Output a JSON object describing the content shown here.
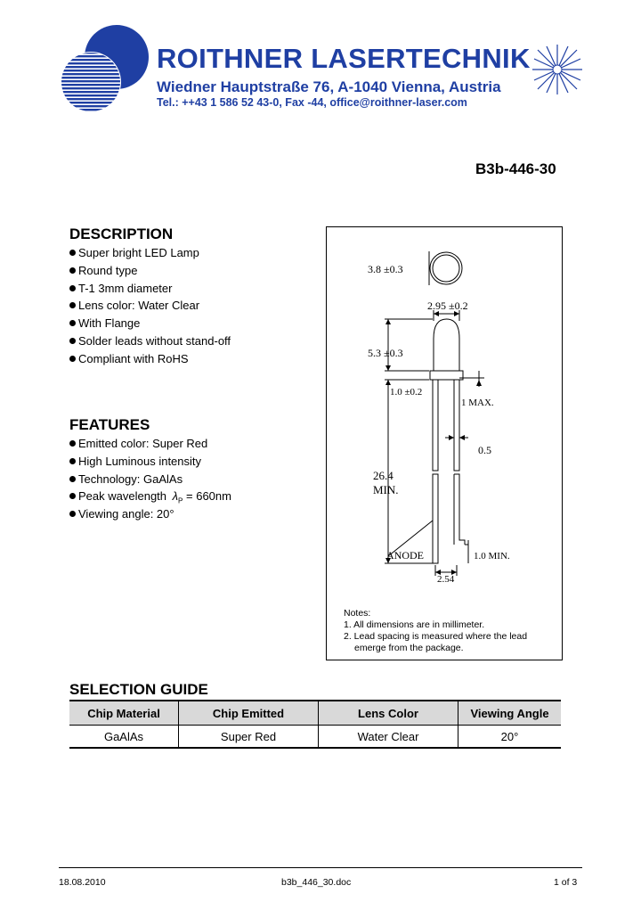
{
  "header": {
    "company": "ROITHNER LASERTECHNIK",
    "address": "Wiedner Hauptstraße 76, A-1040 Vienna, Austria",
    "contact": "Tel.: ++43 1 586 52 43-0, Fax -44, office@roithner-laser.com"
  },
  "part_number": "B3b-446-30",
  "description": {
    "title": "DESCRIPTION",
    "items": [
      "Super bright LED Lamp",
      "Round type",
      "T-1 3mm diameter",
      "Lens color: Water Clear",
      "With Flange",
      "Solder leads without stand-off",
      "Compliant with RoHS"
    ]
  },
  "features": {
    "title": "FEATURES",
    "items": [
      "Emitted color: Super Red",
      "High Luminous intensity",
      "Technology: GaAlAs",
      "Peak wavelength",
      "Viewing angle: 20°"
    ],
    "wavelength": {
      "symbol": "λ",
      "subscript": "P",
      "value": "= 660nm"
    }
  },
  "drawing": {
    "dim_diameter": "3.8 ±0.3",
    "dim_lens": "2.95 ±0.2",
    "dim_height": "5.3 ±0.3",
    "dim_flange": "1.0 ±0.2",
    "dim_max": "1 MAX.",
    "dim_lead": "0.5",
    "dim_length_value": "26.4",
    "dim_length_min": "MIN.",
    "label_anode": "ANODE",
    "dim_min": "1.0 MIN.",
    "dim_spacing": "2.54"
  },
  "notes": {
    "title": "Notes:",
    "line1": "1. All dimensions are in millimeter.",
    "line2": "2. Lead spacing is measured where the lead",
    "line3": "emerge from the package."
  },
  "selection_guide": {
    "title": "SELECTION GUIDE",
    "headers": [
      "Chip Material",
      "Chip Emitted",
      "Lens Color",
      "Viewing Angle"
    ],
    "row": [
      "GaAlAs",
      "Super Red",
      "Water Clear",
      "20°"
    ]
  },
  "footer": {
    "date": "18.08.2010",
    "file": "b3b_446_30.doc",
    "page": "1 of 3"
  },
  "colors": {
    "brand_blue": "#1f3fa3"
  }
}
